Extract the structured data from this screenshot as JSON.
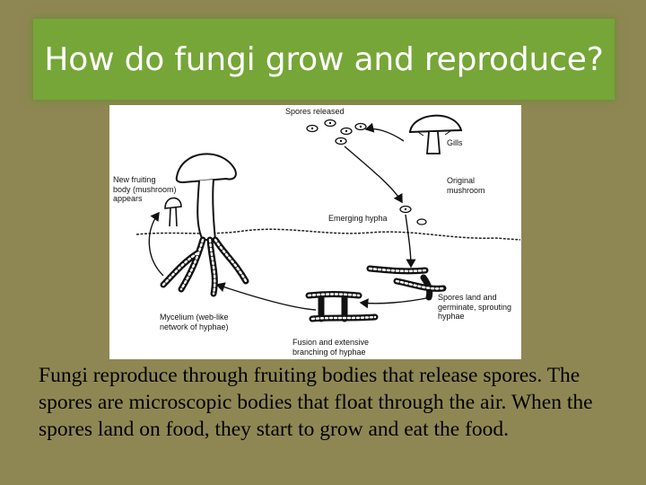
{
  "slide": {
    "title": "How do fungi grow and reproduce?",
    "body": "Fungi reproduce through fruiting bodies that release spores. The spores are microscopic bodies that float through the air. When the spores land on food, they start to grow and eat the food."
  },
  "diagram": {
    "labels": {
      "spores_released": "Spores released",
      "gills": "Gills",
      "original_mushroom": [
        "Original",
        "mushroom"
      ],
      "new_fruiting_body": [
        "New fruiting",
        "body (mushroom)",
        "appears"
      ],
      "emerging_hypha": "Emerging hypha",
      "spores_land": [
        "Spores land and",
        "germinate, sprouting",
        "hyphae"
      ],
      "mycelium": [
        "Mycelium (web-like",
        "network of hyphae)"
      ],
      "fusion": [
        "Fusion and extensive",
        "branching of hyphae"
      ]
    }
  },
  "colors": {
    "background": "#8f8753",
    "title_bar": "#76a637",
    "title_text": "#ffffff"
  }
}
